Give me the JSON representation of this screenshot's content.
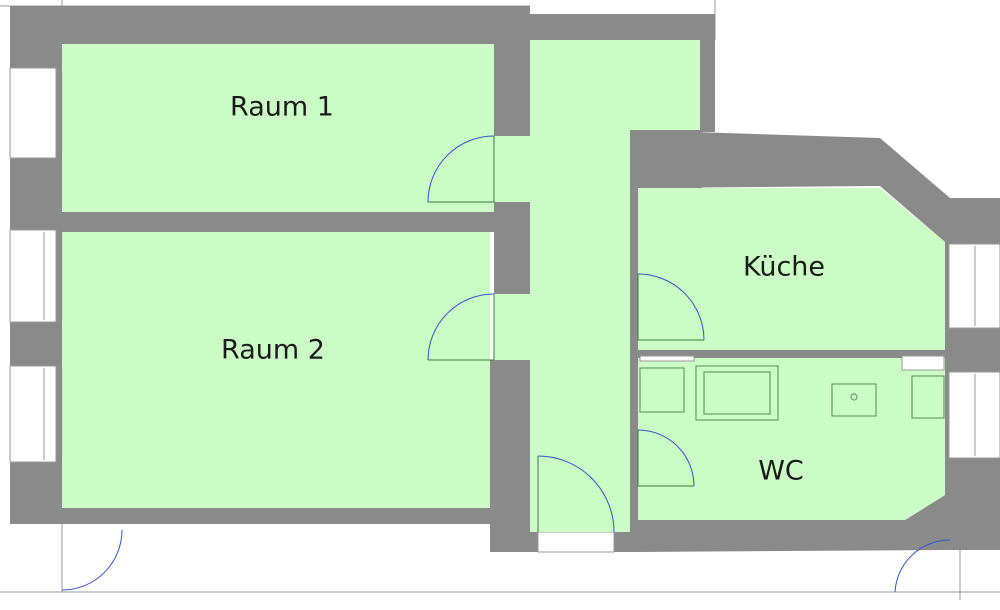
{
  "plan": {
    "rooms": {
      "raum1": "Raum 1",
      "raum2": "Raum 2",
      "kueche": "Küche",
      "wc": "WC"
    },
    "colors": {
      "wall": "#8a8a8a",
      "room_fill": "#ccfcc6",
      "door_arc": "#3355cc"
    }
  }
}
